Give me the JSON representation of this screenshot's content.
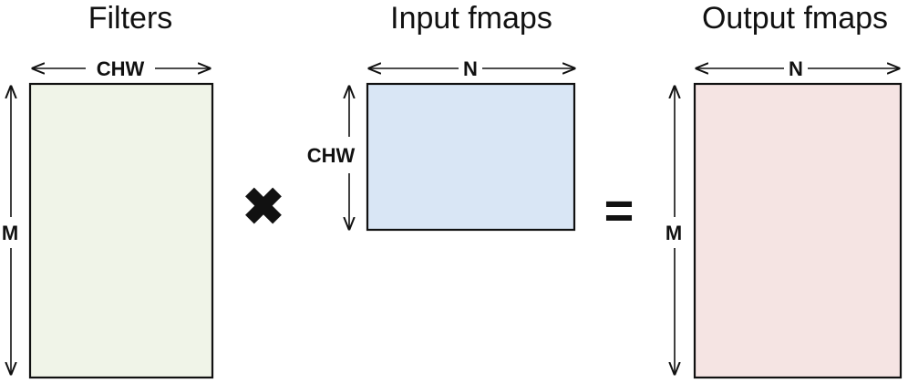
{
  "filters": {
    "title": "Filters",
    "width_label": "CHW",
    "height_label": "M",
    "fill_color": "#f0f4e8"
  },
  "input": {
    "title": "Input fmaps",
    "width_label": "N",
    "height_label": "CHW",
    "fill_color": "#d9e6f5"
  },
  "output": {
    "title": "Output fmaps",
    "width_label": "N",
    "height_label": "M",
    "fill_color": "#f5e4e3"
  },
  "operators": {
    "times": "✖",
    "equals": "="
  },
  "colors": {
    "ink": "#111111"
  }
}
